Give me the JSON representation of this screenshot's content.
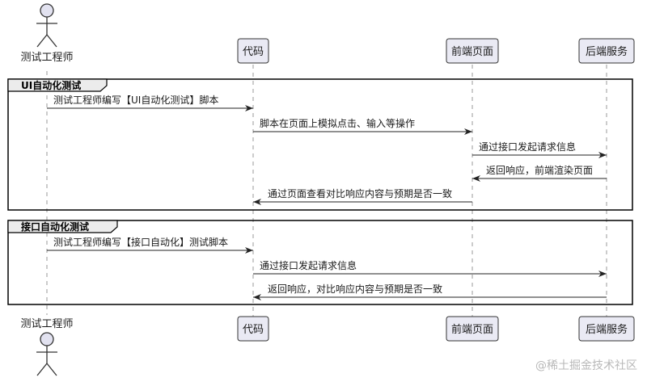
{
  "participants": {
    "tester": "测试工程师",
    "code": "代码",
    "frontend": "前端页面",
    "backend": "后端服务"
  },
  "groups": [
    {
      "title": "UI自动化测试",
      "messages": [
        {
          "from": "tester",
          "to": "code",
          "text": "测试工程师编写【UI自动化测试】脚本"
        },
        {
          "from": "code",
          "to": "frontend",
          "text": "脚本在页面上模拟点击、输入等操作"
        },
        {
          "from": "frontend",
          "to": "backend",
          "text": "通过接口发起请求信息"
        },
        {
          "from": "backend",
          "to": "frontend",
          "text": "返回响应，前端渲染页面"
        },
        {
          "from": "frontend",
          "to": "code",
          "text": "通过页面查看对比响应内容与预期是否一致"
        }
      ]
    },
    {
      "title": "接口自动化测试",
      "messages": [
        {
          "from": "tester",
          "to": "code",
          "text": "测试工程师编写【接口自动化】测试脚本"
        },
        {
          "from": "code",
          "to": "backend",
          "text": "通过接口发起请求信息"
        },
        {
          "from": "backend",
          "to": "code",
          "text": "返回响应，对比响应内容与预期是否一致"
        }
      ]
    }
  ],
  "watermark": "@稀土掘金技术社区"
}
